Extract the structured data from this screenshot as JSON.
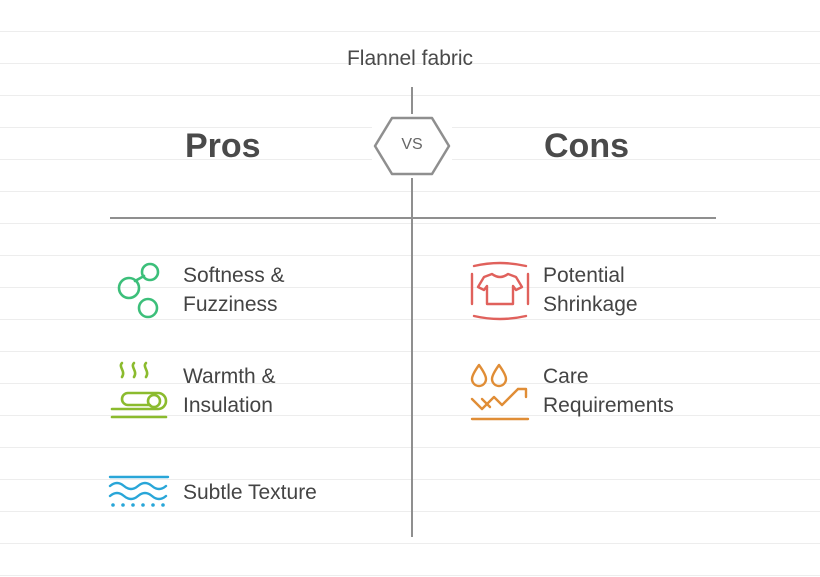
{
  "title": "Flannel fabric",
  "vs_label": "VS",
  "pros": {
    "heading": "Pros",
    "items": [
      {
        "line1": "Softness &",
        "line2": "Fuzziness",
        "icon": "bubbles-icon",
        "color": "#3cbf7a"
      },
      {
        "line1": "Warmth &",
        "line2": "Insulation",
        "icon": "warm-blanket-icon",
        "color": "#8bbb2e"
      },
      {
        "line1": "Subtle Texture",
        "line2": "",
        "icon": "texture-waves-icon",
        "color": "#29a6d8"
      }
    ]
  },
  "cons": {
    "heading": "Cons",
    "items": [
      {
        "line1": "Potential",
        "line2": "Shrinkage",
        "icon": "shrunk-shirt-icon",
        "color": "#e0615c"
      },
      {
        "line1": "Care",
        "line2": "Requirements",
        "icon": "water-drops-chart-icon",
        "color": "#e08d36"
      }
    ]
  }
}
